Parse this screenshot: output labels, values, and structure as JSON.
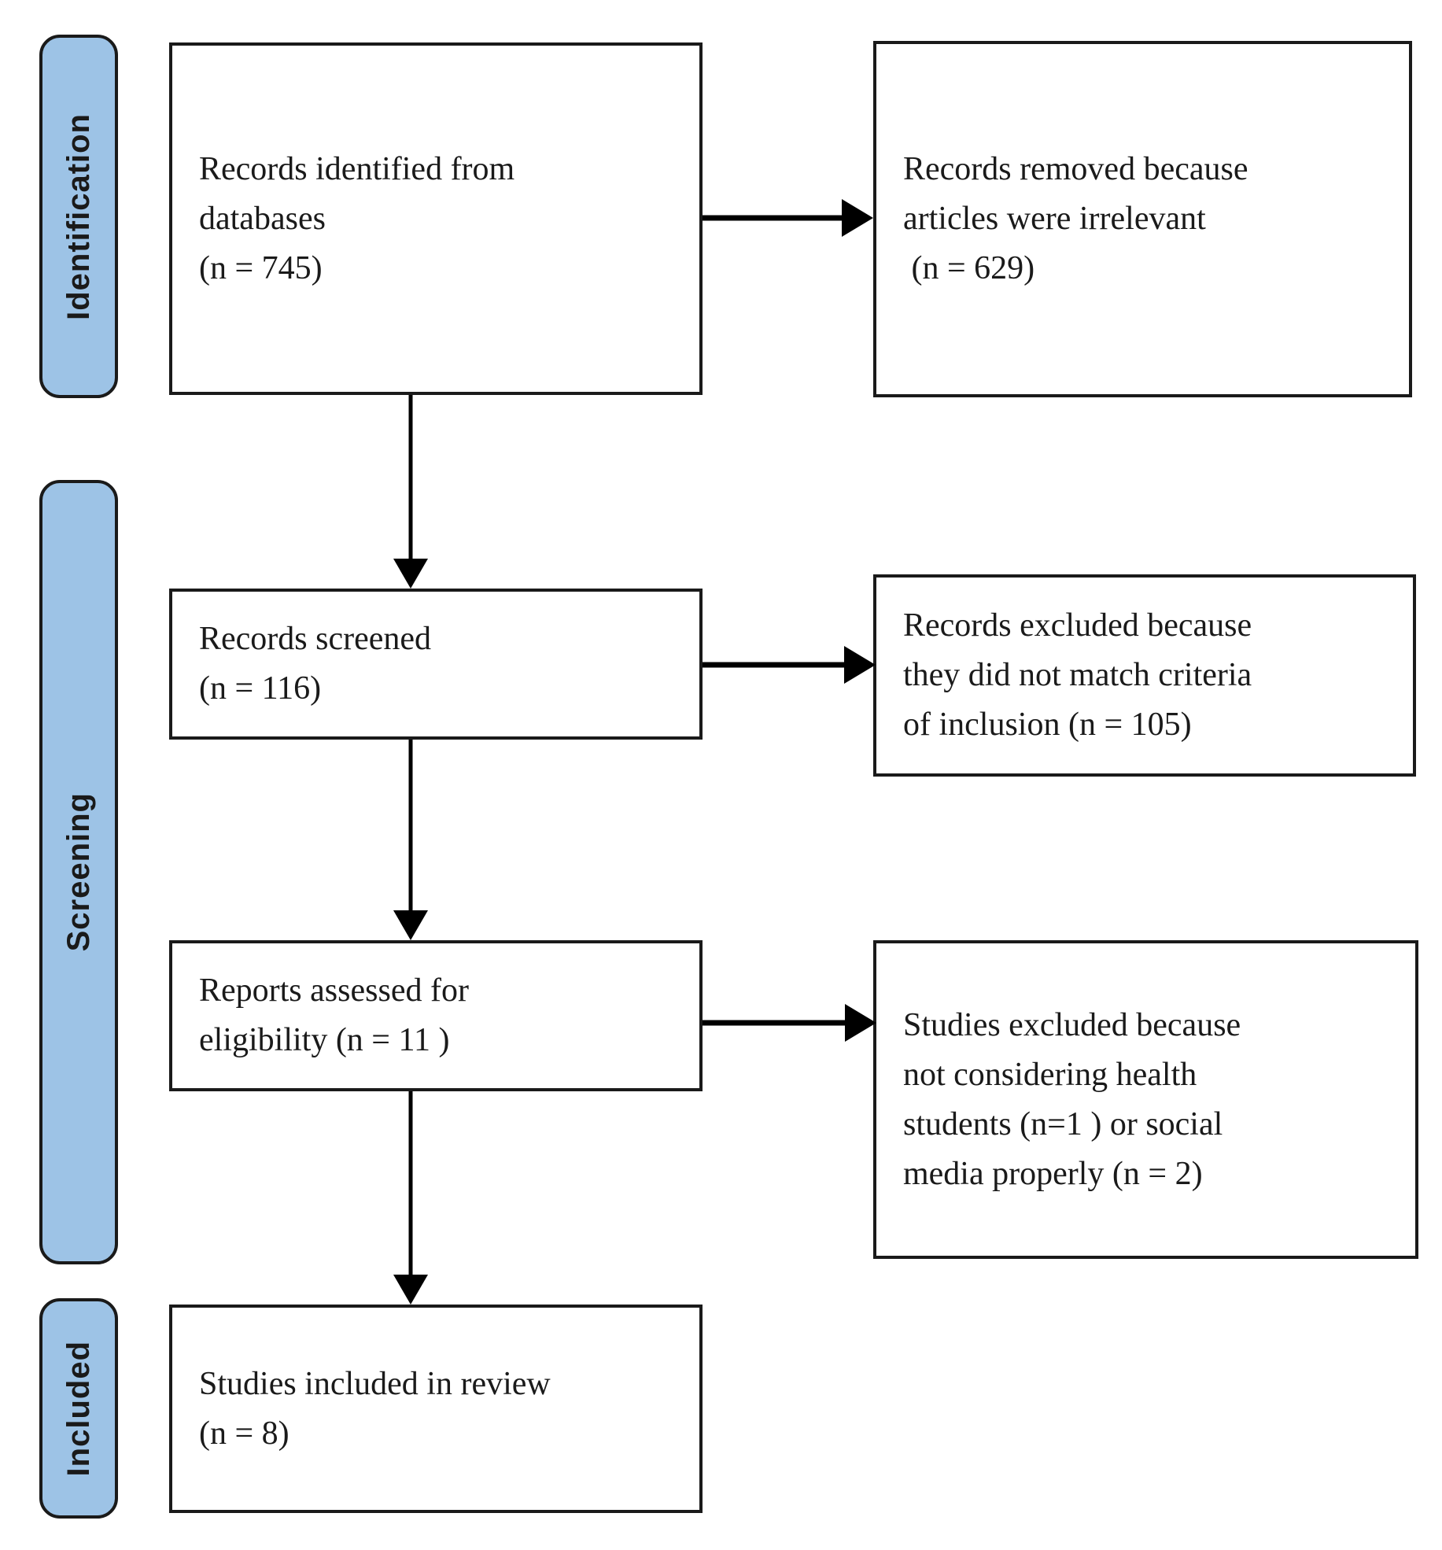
{
  "diagram": {
    "type": "prisma-flow",
    "stage_labels": {
      "identification": "Identification",
      "screening": "Screening",
      "included": "Included"
    },
    "boxes": {
      "records_identified": {
        "stage": "identification",
        "text": "Records identified from\ndatabases\n(n = 745)",
        "n": 745
      },
      "records_removed": {
        "stage": "identification",
        "text": "Records removed because\narticles were irrelevant\n (n = 629)",
        "n": 629
      },
      "records_screened": {
        "stage": "screening",
        "text": "Records screened\n(n = 116)",
        "n": 116
      },
      "records_excluded": {
        "stage": "screening",
        "text": "Records excluded because\nthey did not match criteria\nof inclusion (n = 105)",
        "n": 105
      },
      "reports_assessed": {
        "stage": "screening",
        "text": "Reports assessed for\neligibility (n = 11 )",
        "n": 11
      },
      "studies_excluded": {
        "stage": "screening",
        "text": "Studies excluded because\nnot considering health\nstudents (n=1 ) or social\nmedia properly (n = 2)",
        "n_health_students": 1,
        "n_social_media": 2
      },
      "studies_included": {
        "stage": "included",
        "text": "Studies included in review\n(n = 8)",
        "n": 8
      }
    },
    "edges": [
      {
        "from": "records_identified",
        "to": "records_removed",
        "direction": "right"
      },
      {
        "from": "records_identified",
        "to": "records_screened",
        "direction": "down"
      },
      {
        "from": "records_screened",
        "to": "records_excluded",
        "direction": "right"
      },
      {
        "from": "records_screened",
        "to": "reports_assessed",
        "direction": "down"
      },
      {
        "from": "reports_assessed",
        "to": "studies_excluded",
        "direction": "right"
      },
      {
        "from": "reports_assessed",
        "to": "studies_included",
        "direction": "down"
      }
    ],
    "colors": {
      "stage_fill": "#9DC3E6",
      "stage_border": "#1a1a1a",
      "box_border": "#1a1a1a",
      "text": "#1a1a1a",
      "arrow": "#000000",
      "background": "#ffffff"
    }
  }
}
